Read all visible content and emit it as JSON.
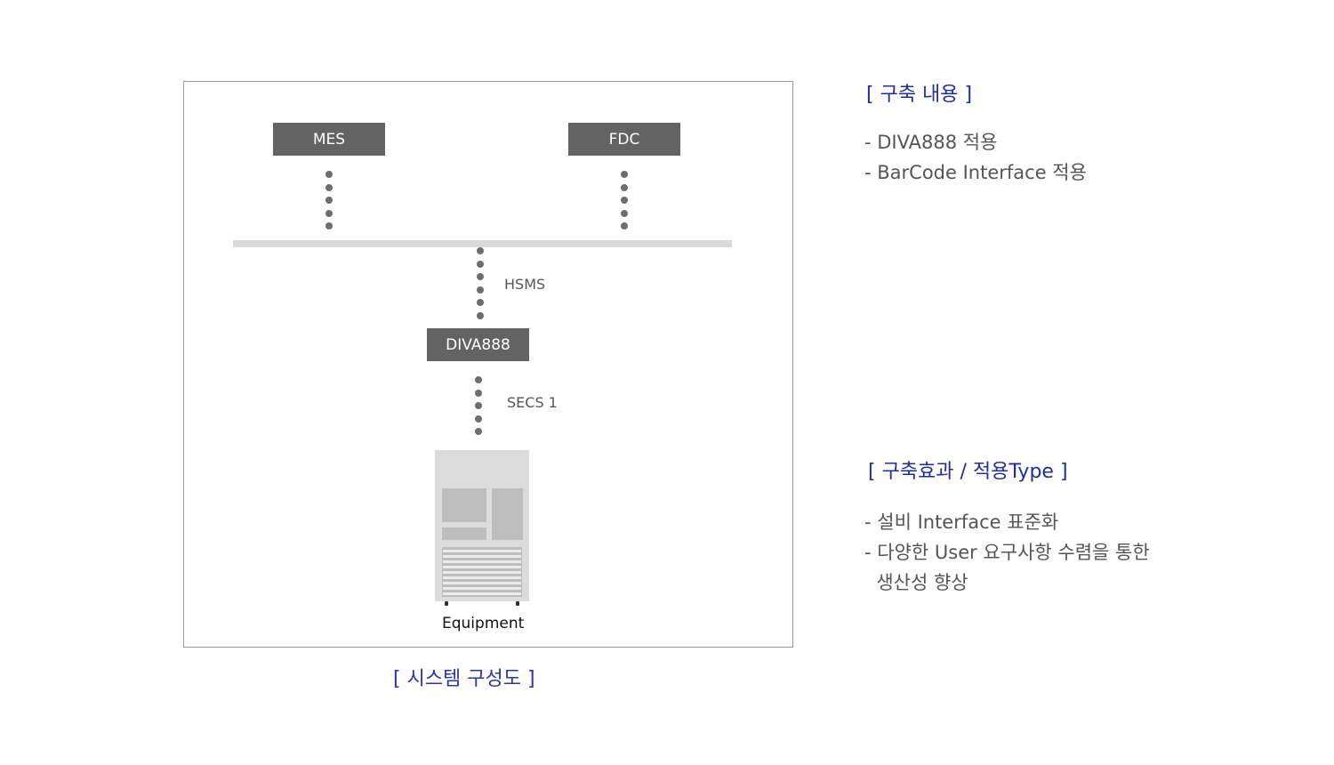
{
  "diagram": {
    "caption": "[ 시스템 구성도 ]",
    "nodes": {
      "mes": "MES",
      "fdc": "FDC",
      "diva": "DIVA888"
    },
    "protocols": {
      "upper": "HSMS",
      "lower": "SECS 1"
    },
    "equipment_label": "Equipment"
  },
  "contents": {
    "heading": "[ 구축 내용 ]",
    "items": [
      "- DIVA888 적용",
      "- BarCode Interface 적용"
    ]
  },
  "effects": {
    "heading": "[ 구축효과 / 적용Type ]",
    "items": [
      "- 설비 Interface 표준화",
      "- 다양한 User 요구사항 수렴을 통한",
      "  생산성 향상"
    ]
  },
  "colors": {
    "node_fill": "#636363",
    "accent_text": "#1f2da0",
    "bus": "#d9d9d9",
    "equipment_body": "#dcdcdc"
  }
}
